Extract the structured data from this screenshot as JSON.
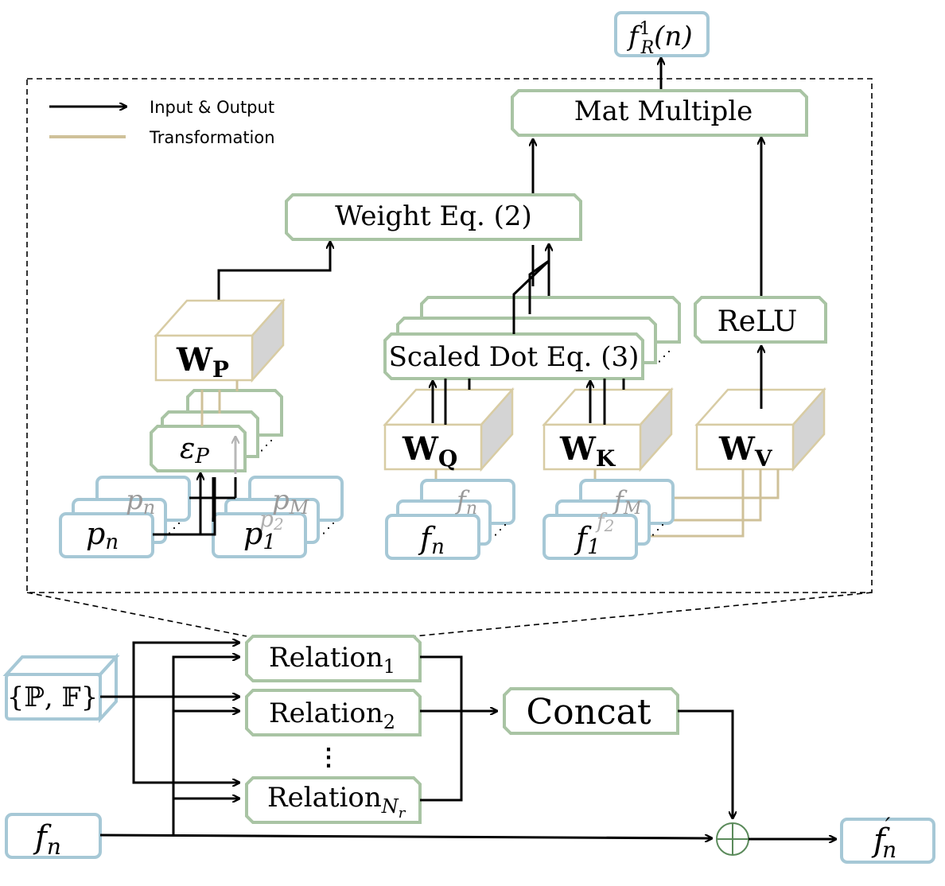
{
  "legend": {
    "arrow_label": "Input & Output",
    "line_label": "Transformation"
  },
  "nodes": {
    "output_top": "f",
    "output_top_sup": "1",
    "output_top_sub": "R",
    "output_top_arg": "(n)",
    "mat_multiple": "Mat Multiple",
    "weight_eq": "Weight Eq. (2)",
    "relu": "ReLU",
    "scaled_dot": "Scaled Dot Eq. (3)",
    "wp": "W",
    "wp_sub": "P",
    "wq": "W",
    "wq_sub": "Q",
    "wk": "W",
    "wk_sub": "K",
    "wv": "W",
    "wv_sub": "V",
    "eps": "ε",
    "eps_sub": "P",
    "p_front": "p",
    "p_front_sub": "n",
    "p_back": "p",
    "p_back_sub": "n",
    "p1": "p",
    "p1_sub": "1",
    "p2": "p",
    "p2_sub": "2",
    "pm": "p",
    "pm_sub": "M",
    "fq_front": "f",
    "fq_front_sub": "n",
    "fq_back": "f",
    "fq_back_sub": "n",
    "fk_front": "f",
    "fk_front_sub": "1",
    "fk_mid": "f",
    "fk_mid_sub": "2",
    "fk_back": "f",
    "fk_back_sub": "M"
  },
  "bottom": {
    "input_set": "{ℙ, 𝔽}",
    "relation": "Relation",
    "relation1_sub": "1",
    "relation2_sub": "2",
    "relationN_sub": "N",
    "relationN_subsub": "r",
    "vdots": "⋮",
    "concat": "Concat",
    "fn_input": "f",
    "fn_input_sub": "n",
    "fn_output": "f",
    "fn_output_sup": "′",
    "fn_output_sub": "n"
  },
  "colors": {
    "green_border": "#a9c4a4",
    "blue_border": "#a6c8d6",
    "tan_line": "#cfc199",
    "plus_node": "#5a8a5a"
  }
}
